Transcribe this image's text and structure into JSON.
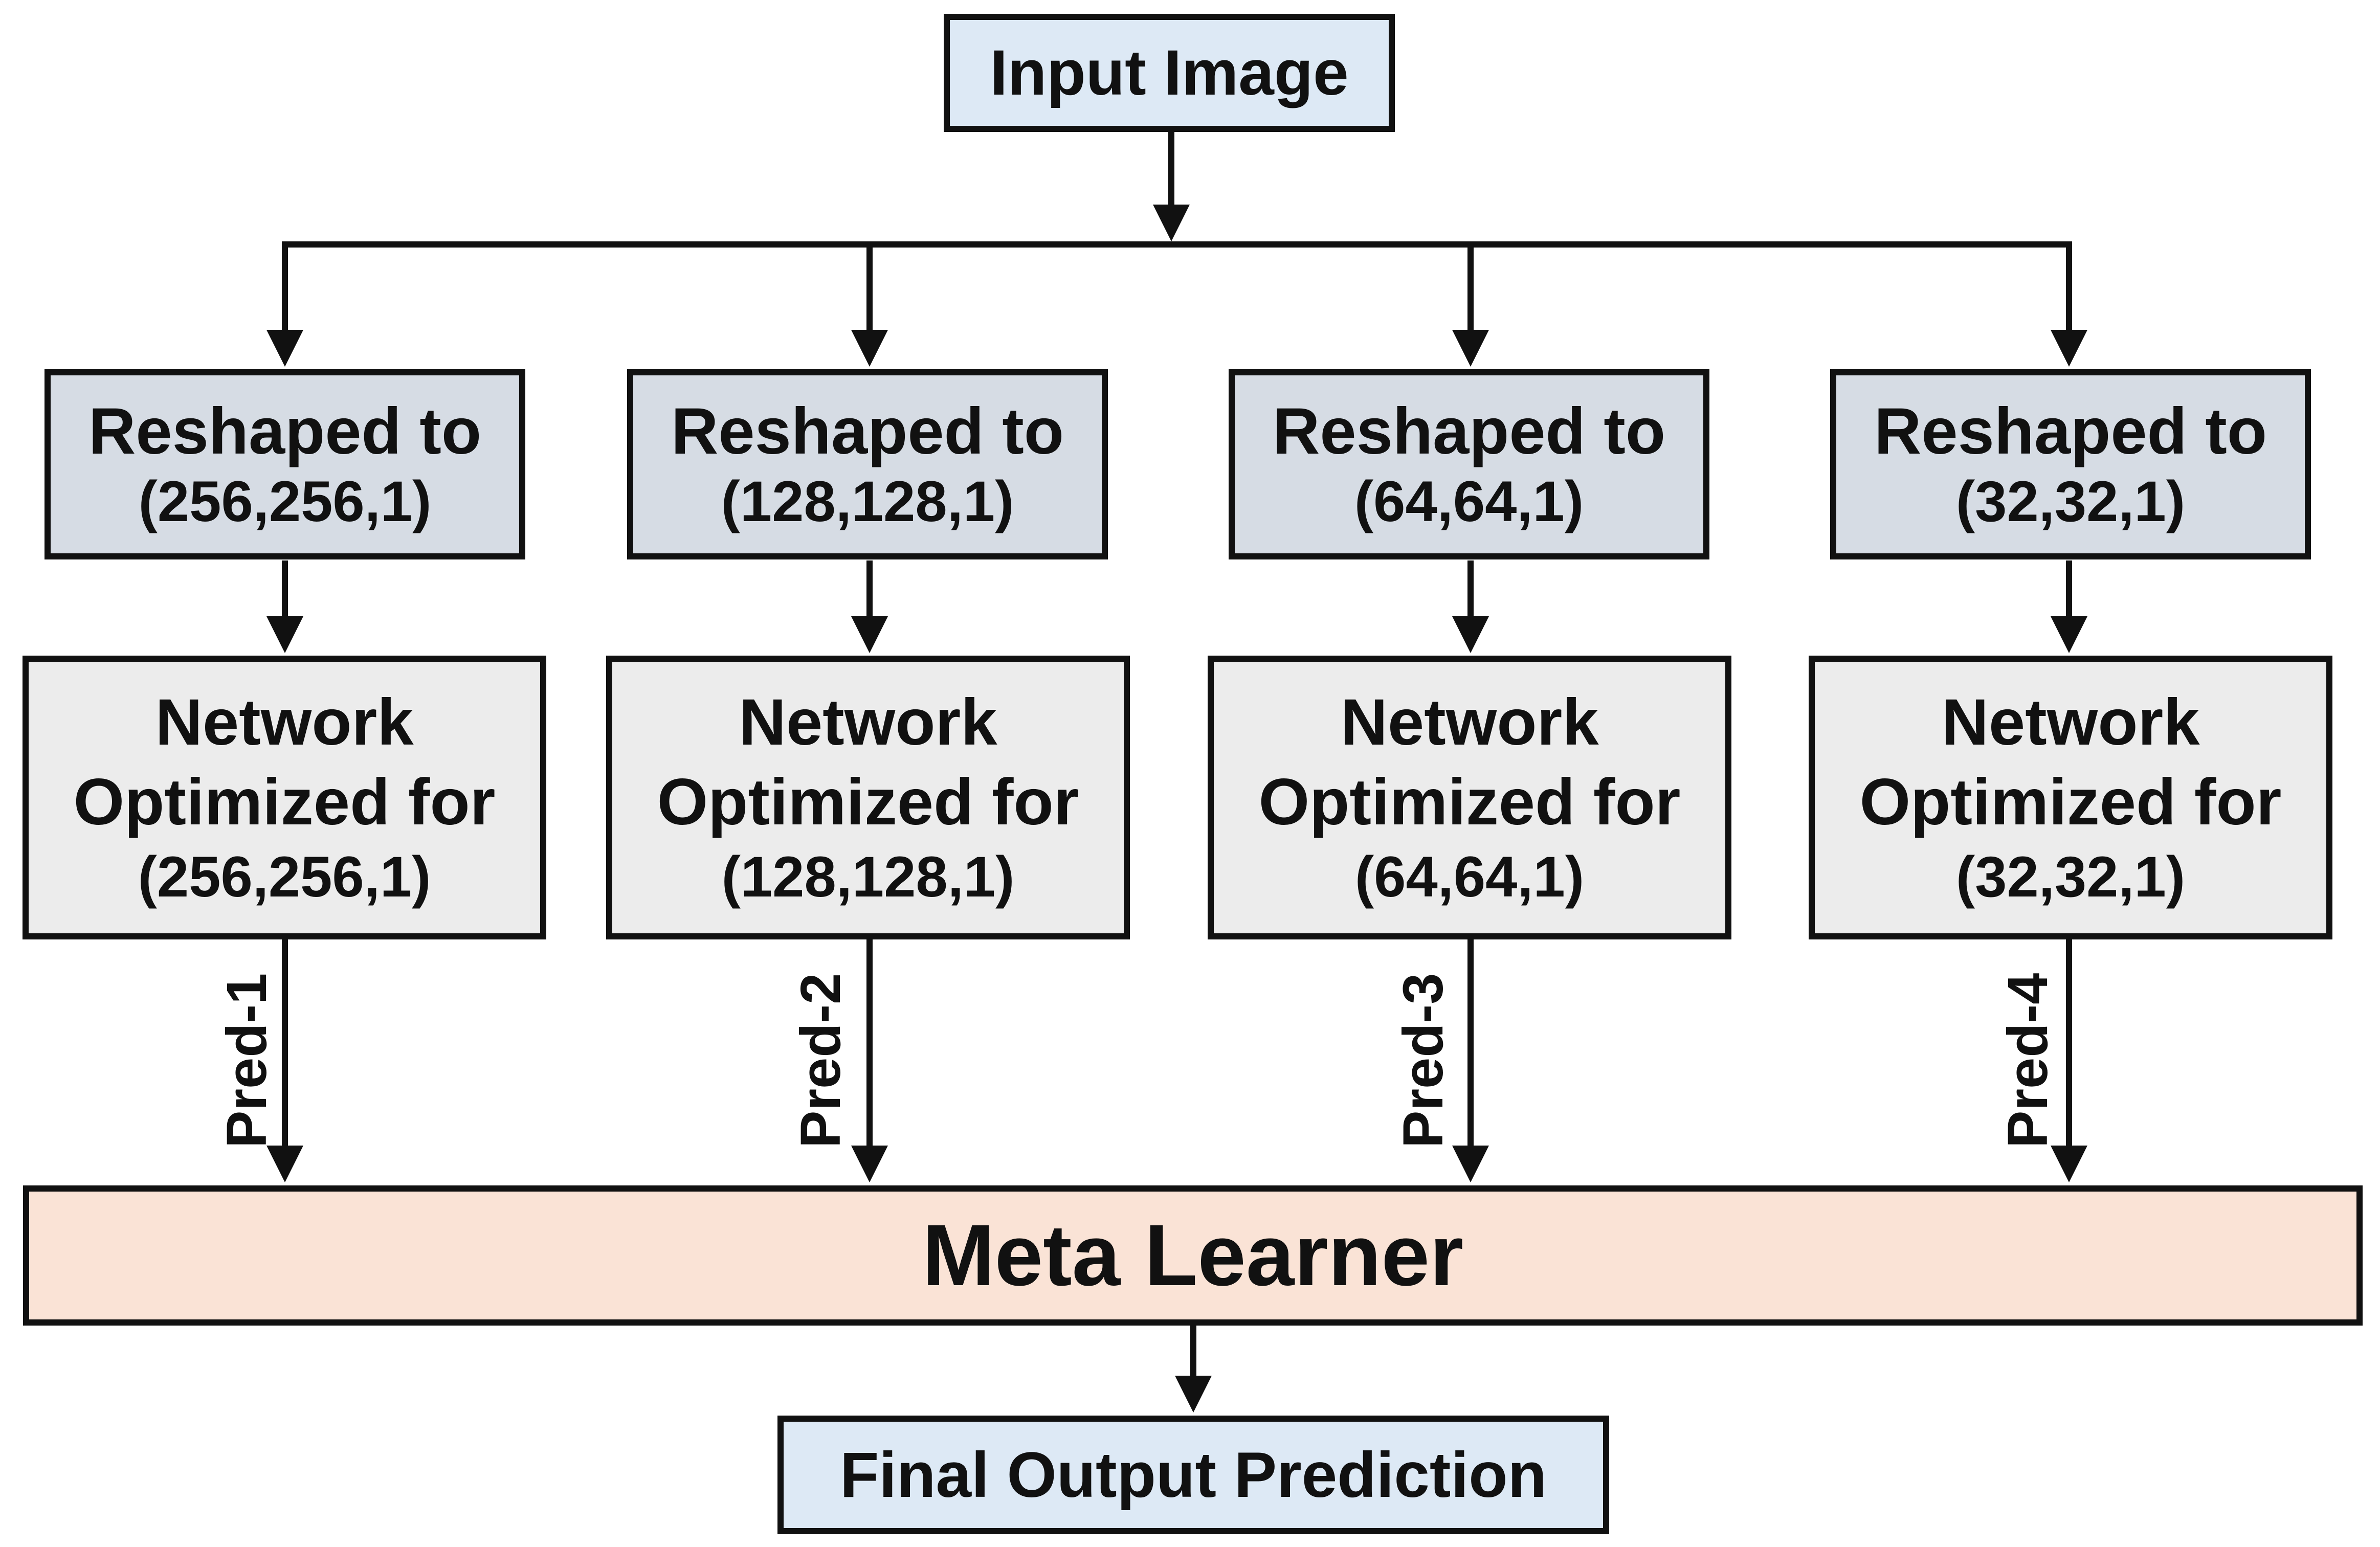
{
  "input": {
    "label": "Input Image"
  },
  "branches": [
    {
      "reshape_line1": "Reshaped to",
      "reshape_line2": "(256,256,1)",
      "network_line1": "Network",
      "network_line2": "Optimized for",
      "network_line3": "(256,256,1)",
      "pred": "Pred-1"
    },
    {
      "reshape_line1": "Reshaped to",
      "reshape_line2": "(128,128,1)",
      "network_line1": "Network",
      "network_line2": "Optimized for",
      "network_line3": "(128,128,1)",
      "pred": "Pred-2"
    },
    {
      "reshape_line1": "Reshaped to",
      "reshape_line2": "(64,64,1)",
      "network_line1": "Network",
      "network_line2": "Optimized for",
      "network_line3": "(64,64,1)",
      "pred": "Pred-3"
    },
    {
      "reshape_line1": "Reshaped to",
      "reshape_line2": "(32,32,1)",
      "network_line1": "Network",
      "network_line2": "Optimized for",
      "network_line3": "(32,32,1)",
      "pred": "Pred-4"
    }
  ],
  "meta_learner": {
    "label": "Meta Learner"
  },
  "final_output": {
    "label": "Final Output Prediction"
  },
  "colors": {
    "input_fill": "#dde9f5",
    "reshape_fill": "#d6dce4",
    "network_fill": "#ececec",
    "meta_fill": "#fae3d6",
    "final_fill": "#dde9f5",
    "stroke": "#111111"
  }
}
